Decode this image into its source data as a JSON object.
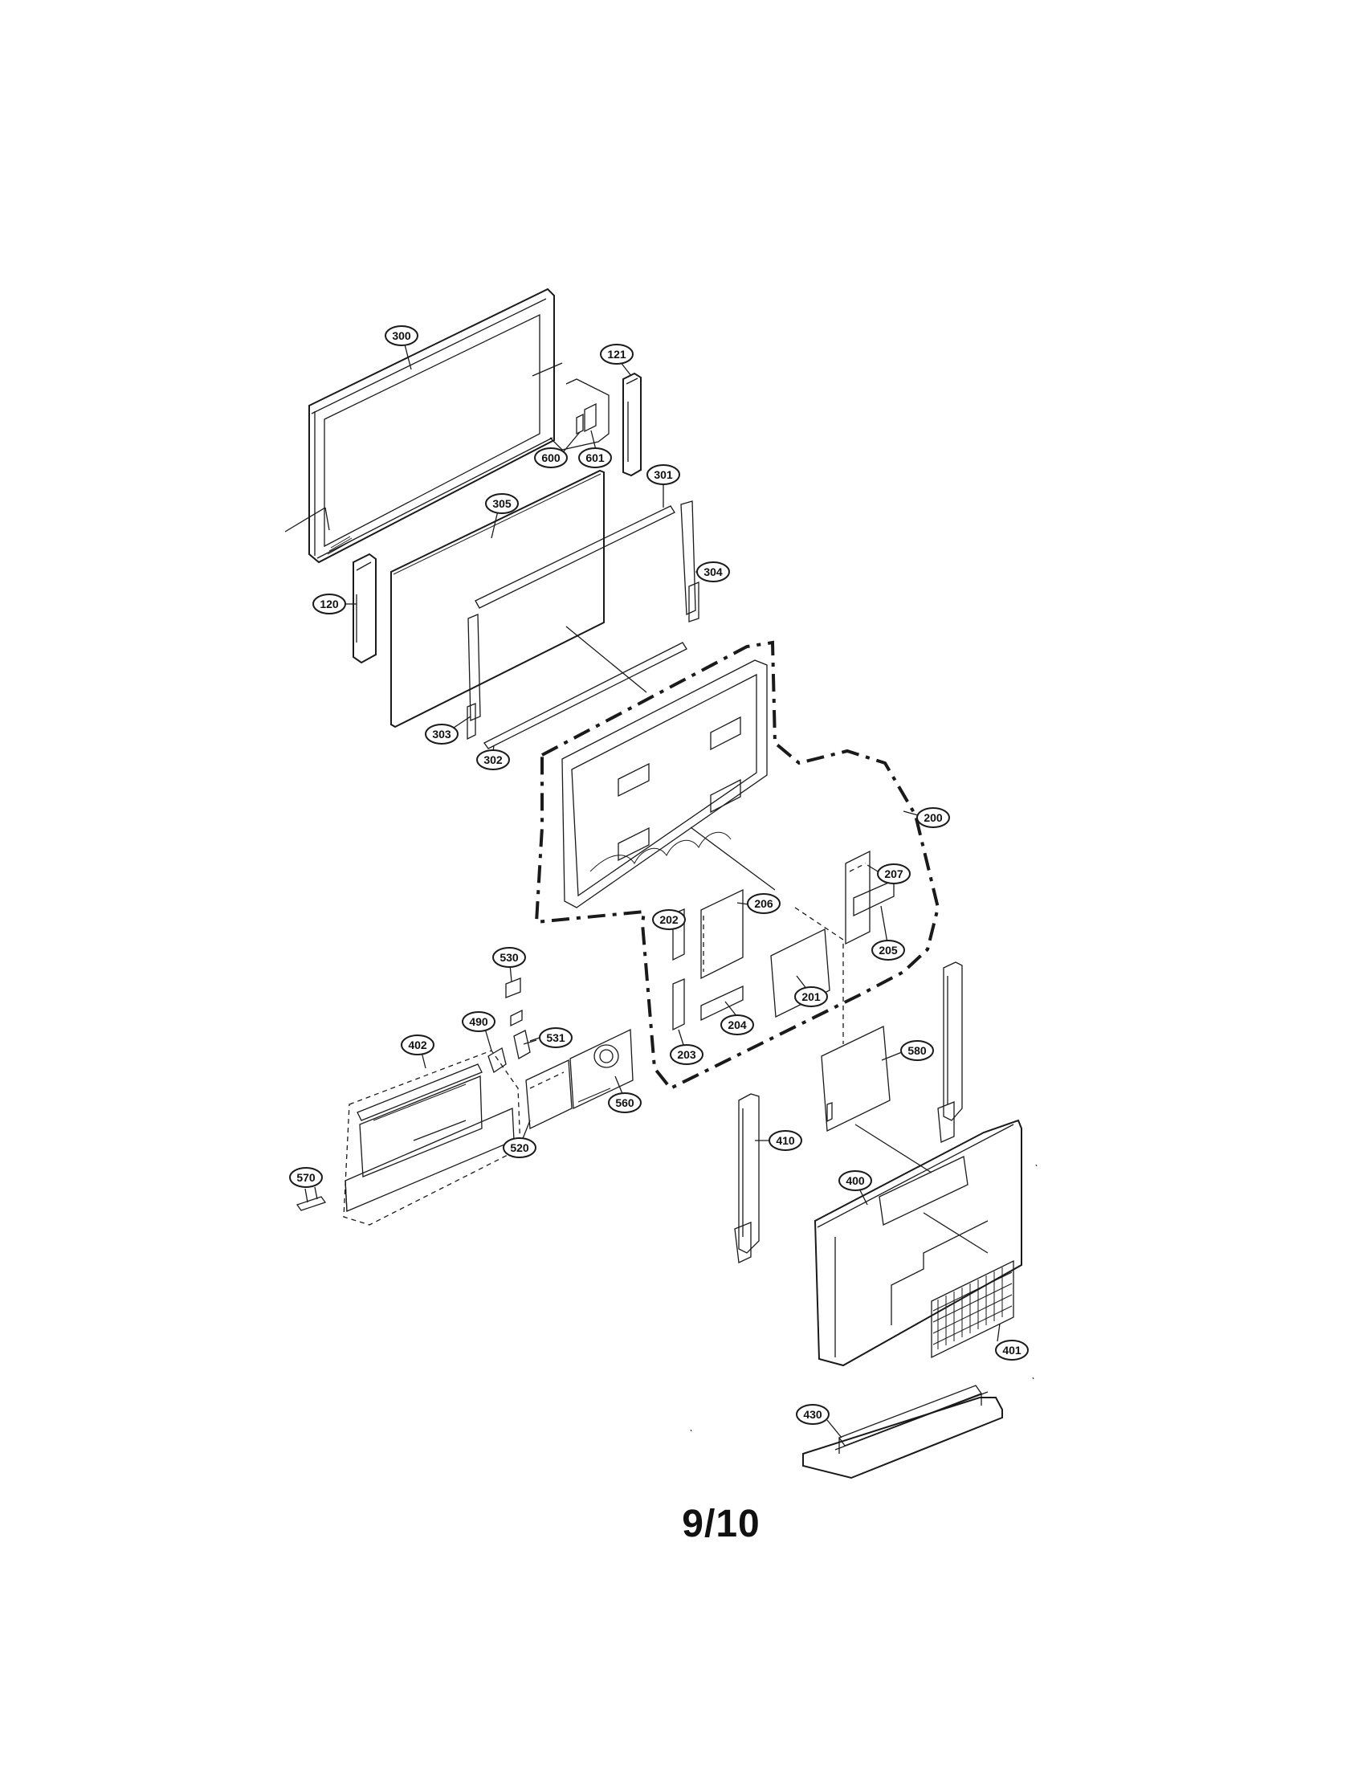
{
  "diagram": {
    "callouts": [
      {
        "id": "c300",
        "label": "300"
      },
      {
        "id": "c121",
        "label": "121"
      },
      {
        "id": "c600",
        "label": "600"
      },
      {
        "id": "c601",
        "label": "601"
      },
      {
        "id": "c301",
        "label": "301"
      },
      {
        "id": "c305",
        "label": "305"
      },
      {
        "id": "c304",
        "label": "304"
      },
      {
        "id": "c120",
        "label": "120"
      },
      {
        "id": "c303",
        "label": "303"
      },
      {
        "id": "c302",
        "label": "302"
      },
      {
        "id": "c200",
        "label": "200"
      },
      {
        "id": "c207",
        "label": "207"
      },
      {
        "id": "c202",
        "label": "202"
      },
      {
        "id": "c206",
        "label": "206"
      },
      {
        "id": "c205",
        "label": "205"
      },
      {
        "id": "c201",
        "label": "201"
      },
      {
        "id": "c204",
        "label": "204"
      },
      {
        "id": "c203",
        "label": "203"
      },
      {
        "id": "c530",
        "label": "530"
      },
      {
        "id": "c490",
        "label": "490"
      },
      {
        "id": "c531",
        "label": "531"
      },
      {
        "id": "c402",
        "label": "402"
      },
      {
        "id": "c560",
        "label": "560"
      },
      {
        "id": "c520",
        "label": "520"
      },
      {
        "id": "c580",
        "label": "580"
      },
      {
        "id": "c410",
        "label": "410"
      },
      {
        "id": "c570",
        "label": "570"
      },
      {
        "id": "c400",
        "label": "400"
      },
      {
        "id": "c401",
        "label": "401"
      },
      {
        "id": "c430",
        "label": "430"
      }
    ]
  },
  "page_number": "9/10"
}
